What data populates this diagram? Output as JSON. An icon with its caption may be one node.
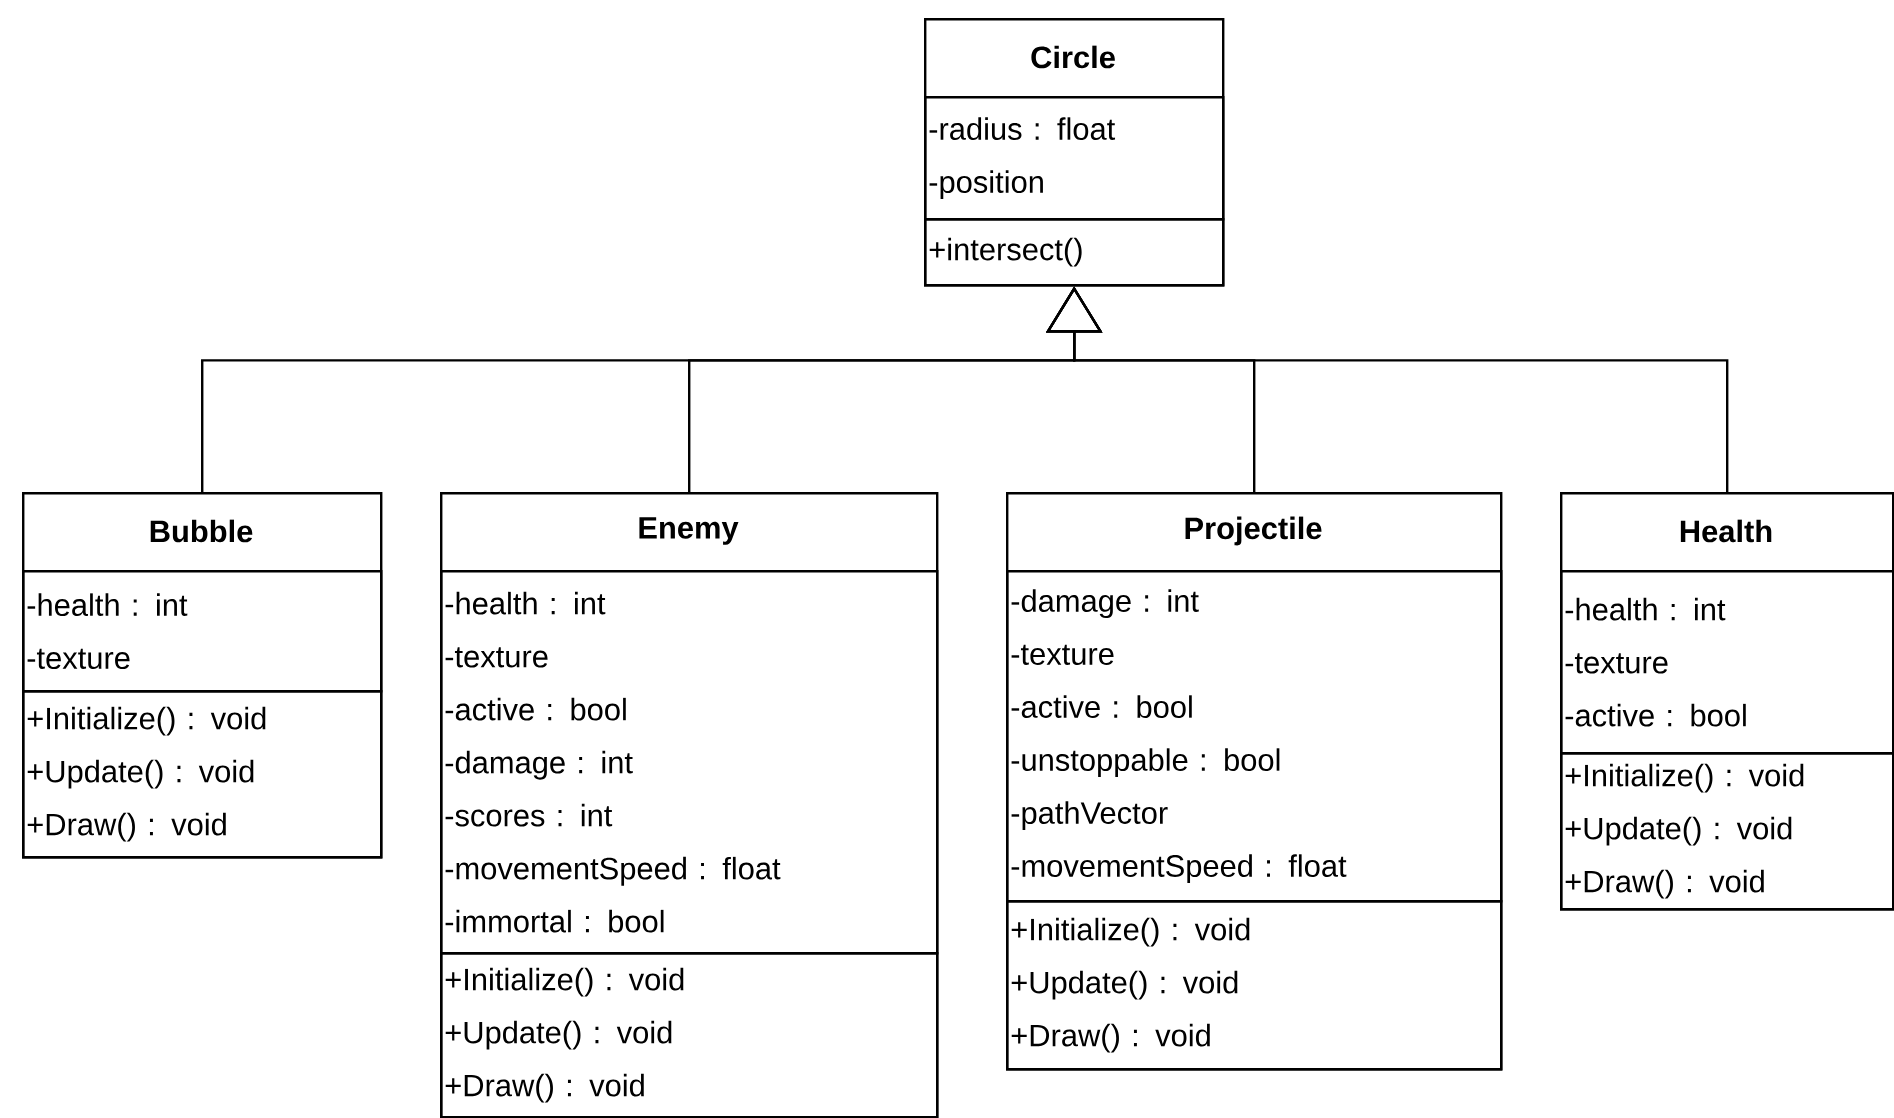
{
  "diagram": {
    "nodes": [
      {
        "text": [
          "Circle"
        ]
      },
      {
        "text": [
          "-radius : float",
          "-position"
        ],
        "in": 0
      },
      {
        "text": [
          "+intersect()"
        ],
        "in": 0
      },
      {
        "text": [
          "Bubble"
        ]
      },
      {
        "text": [
          "-health : int",
          "-texture"
        ],
        "in": 3
      },
      {
        "text": [
          "+Initialize() : void",
          "+Update() : void",
          "+Draw() : void"
        ],
        "in": 3
      },
      {
        "text": [
          "Enemy"
        ]
      },
      {
        "text": [
          "-health : int",
          "-texture",
          "-active : bool",
          "-damage : int",
          "-scores : int",
          "-movementSpeed : float",
          "-immortal : bool"
        ],
        "in": 6
      },
      {
        "text": [
          "+Initialize() : void",
          "+Update() : void",
          "+Draw() : void"
        ],
        "in": 6
      },
      {
        "text": [
          "Projectile"
        ]
      },
      {
        "text": [
          "-damage : int",
          "-texture",
          "-active : bool",
          "-unstoppable : bool",
          "-pathVector",
          "-movementSpeed : float"
        ],
        "in": 9
      },
      {
        "text": [
          "+Initialize() : void",
          "+Update() : void",
          "+Draw() : void"
        ],
        "in": 9
      },
      {
        "text": [
          "Health"
        ]
      },
      {
        "text": [
          "-health : int",
          "-texture",
          "-active : bool"
        ],
        "in": 12
      },
      {
        "text": [
          "+Initialize() : void",
          "+Update() : void",
          "+Draw() : void"
        ],
        "in": 12
      }
    ],
    "edges": [
      {
        "from": 3,
        "to": 0,
        "arrow": "to"
      },
      {
        "from": 6,
        "to": 0,
        "arrow": "to"
      },
      {
        "from": 9,
        "to": 0,
        "arrow": "to"
      },
      {
        "from": 12,
        "to": 0,
        "arrow": "to"
      }
    ]
  }
}
